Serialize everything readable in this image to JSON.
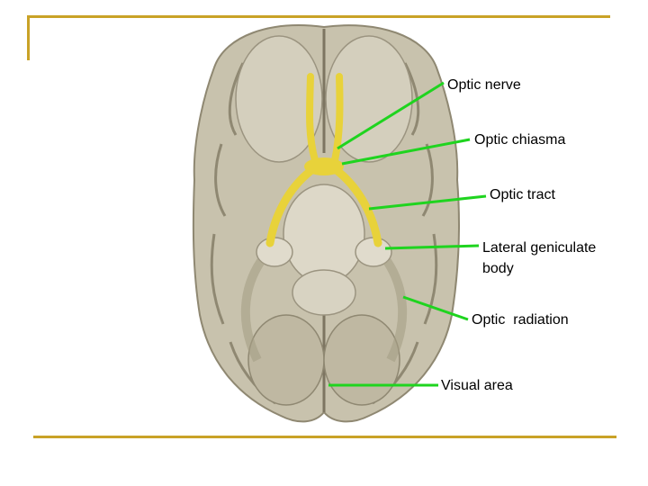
{
  "labels": {
    "optic_nerve": "Optic nerve",
    "optic_chiasma": "Optic chiasma",
    "optic_tract": "Optic tract",
    "lateral_geniculate_line1": "Lateral geniculate",
    "lateral_geniculate_line2": "body",
    "optic_radiation": "Optic  radiation",
    "visual_area": "Visual area"
  },
  "colors": {
    "frame": "#c9a227",
    "pointer": "#1fd41f",
    "brain_tissue": "#c8c2ad",
    "cortex": "#b5ad95",
    "optic_pathway": "#e8d23a"
  }
}
